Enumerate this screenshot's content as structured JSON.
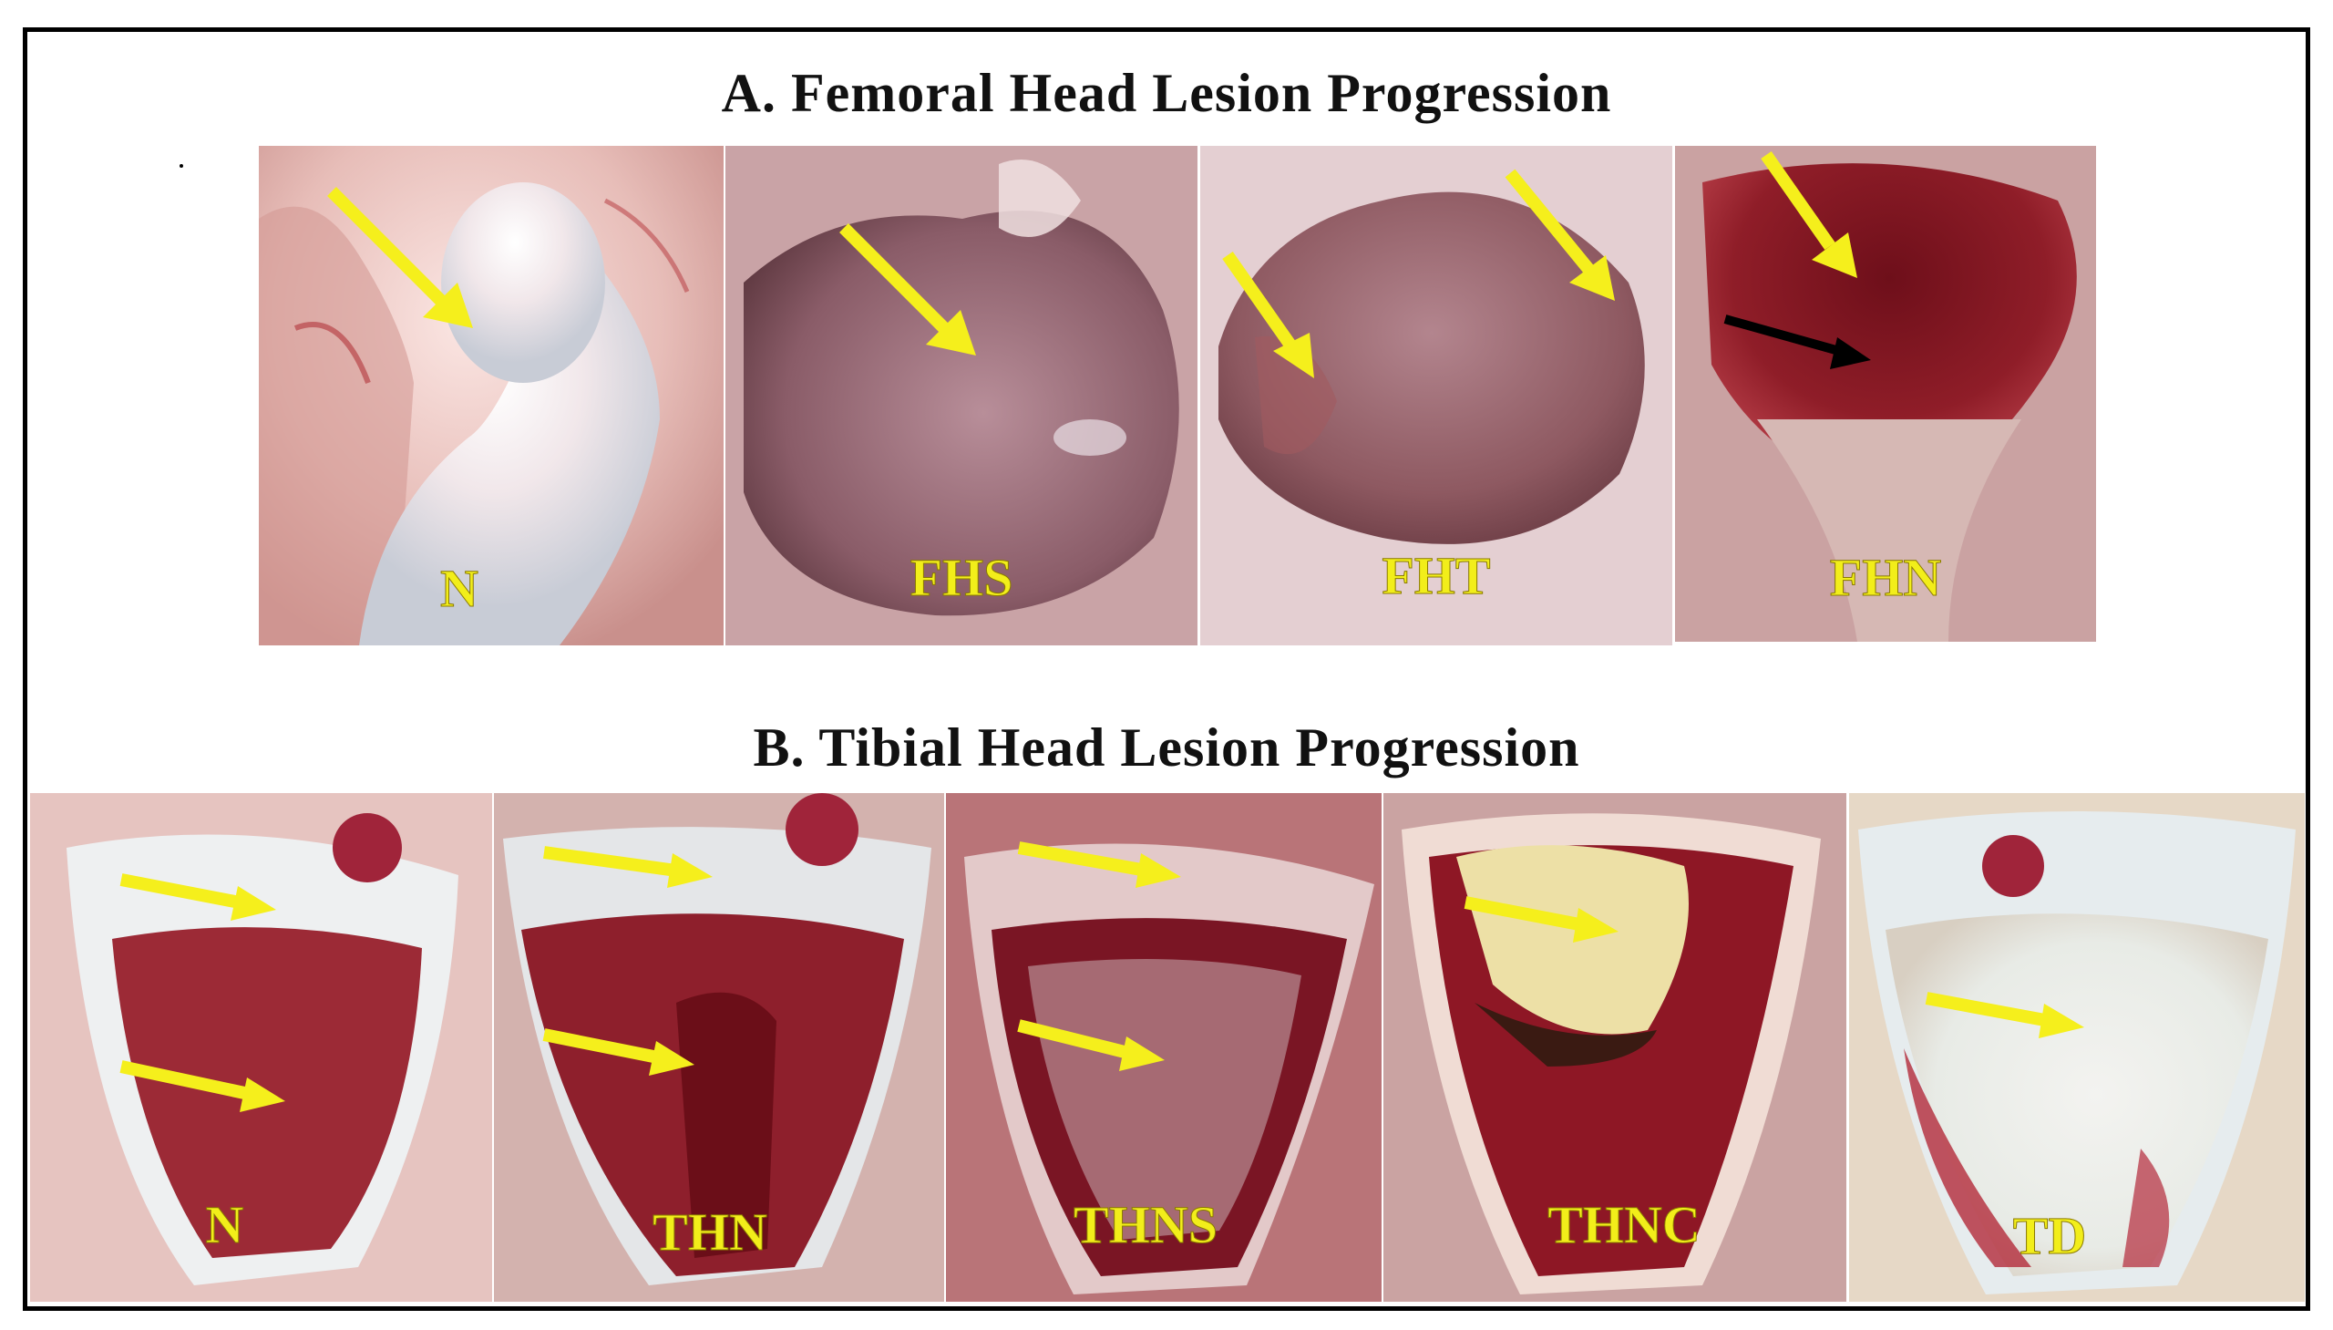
{
  "figure": {
    "section_a": {
      "title": "A. Femoral Head Lesion Progression",
      "panels": [
        {
          "label": "N"
        },
        {
          "label": "FHS"
        },
        {
          "label": "FHT"
        },
        {
          "label": "FHN"
        }
      ]
    },
    "section_b": {
      "title": "B. Tibial Head Lesion Progression",
      "panels": [
        {
          "label": "N"
        },
        {
          "label": "THN"
        },
        {
          "label": "THNS"
        },
        {
          "label": "THNC"
        },
        {
          "label": "TD"
        }
      ]
    },
    "colors": {
      "arrow": "#f5ef1c",
      "label": "#f2ee1a",
      "border": "#000000",
      "tissue_pink": "#d9a9a6",
      "tissue_red": "#9c1f2a",
      "cartilage": "#e9eef0"
    },
    "icons": [
      "arrow-yellow-icon",
      "arrow-black-icon"
    ]
  }
}
